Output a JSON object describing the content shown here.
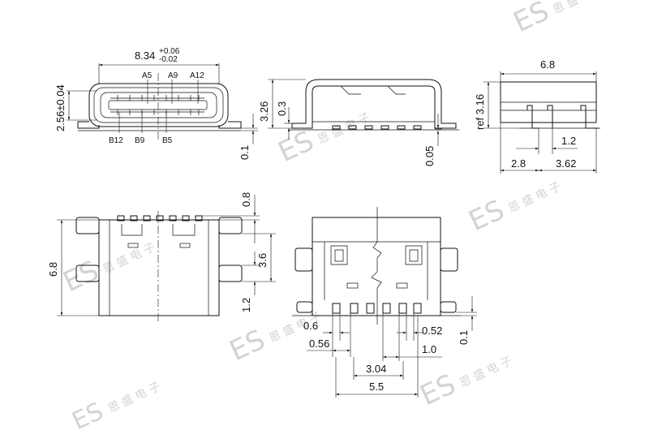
{
  "watermark": {
    "logo": "ES",
    "text": "恩 盛 电 子"
  },
  "views": {
    "front": {
      "width_label": "8.34",
      "width_tol_upper": "+0.06",
      "width_tol_lower": "-0.02",
      "height_label": "2.56±0.04",
      "pin_labels_top": [
        "A5",
        "A9",
        "A12"
      ],
      "pin_labels_bottom": [
        "B12",
        "B9",
        "B5"
      ],
      "base_label": "0.1"
    },
    "side": {
      "height_label": "3.26",
      "step_label": "0.3",
      "lead_label": "0.05"
    },
    "right": {
      "width_label": "6.8",
      "height_label": "ref 3.16",
      "pin_label": "1.2",
      "left_label": "2.8",
      "right_label": "3.62"
    },
    "top": {
      "length_label": "6.8",
      "tab_label": "0.8",
      "pad_label": "3.6",
      "pad_gap_label": "1.2"
    },
    "footprint": {
      "label_06": "0.6",
      "label_056": "0.56",
      "label_052": "0.52",
      "label_10": "1.0",
      "label_304": "3.04",
      "label_55": "5.5",
      "label_01": "0.1"
    }
  }
}
